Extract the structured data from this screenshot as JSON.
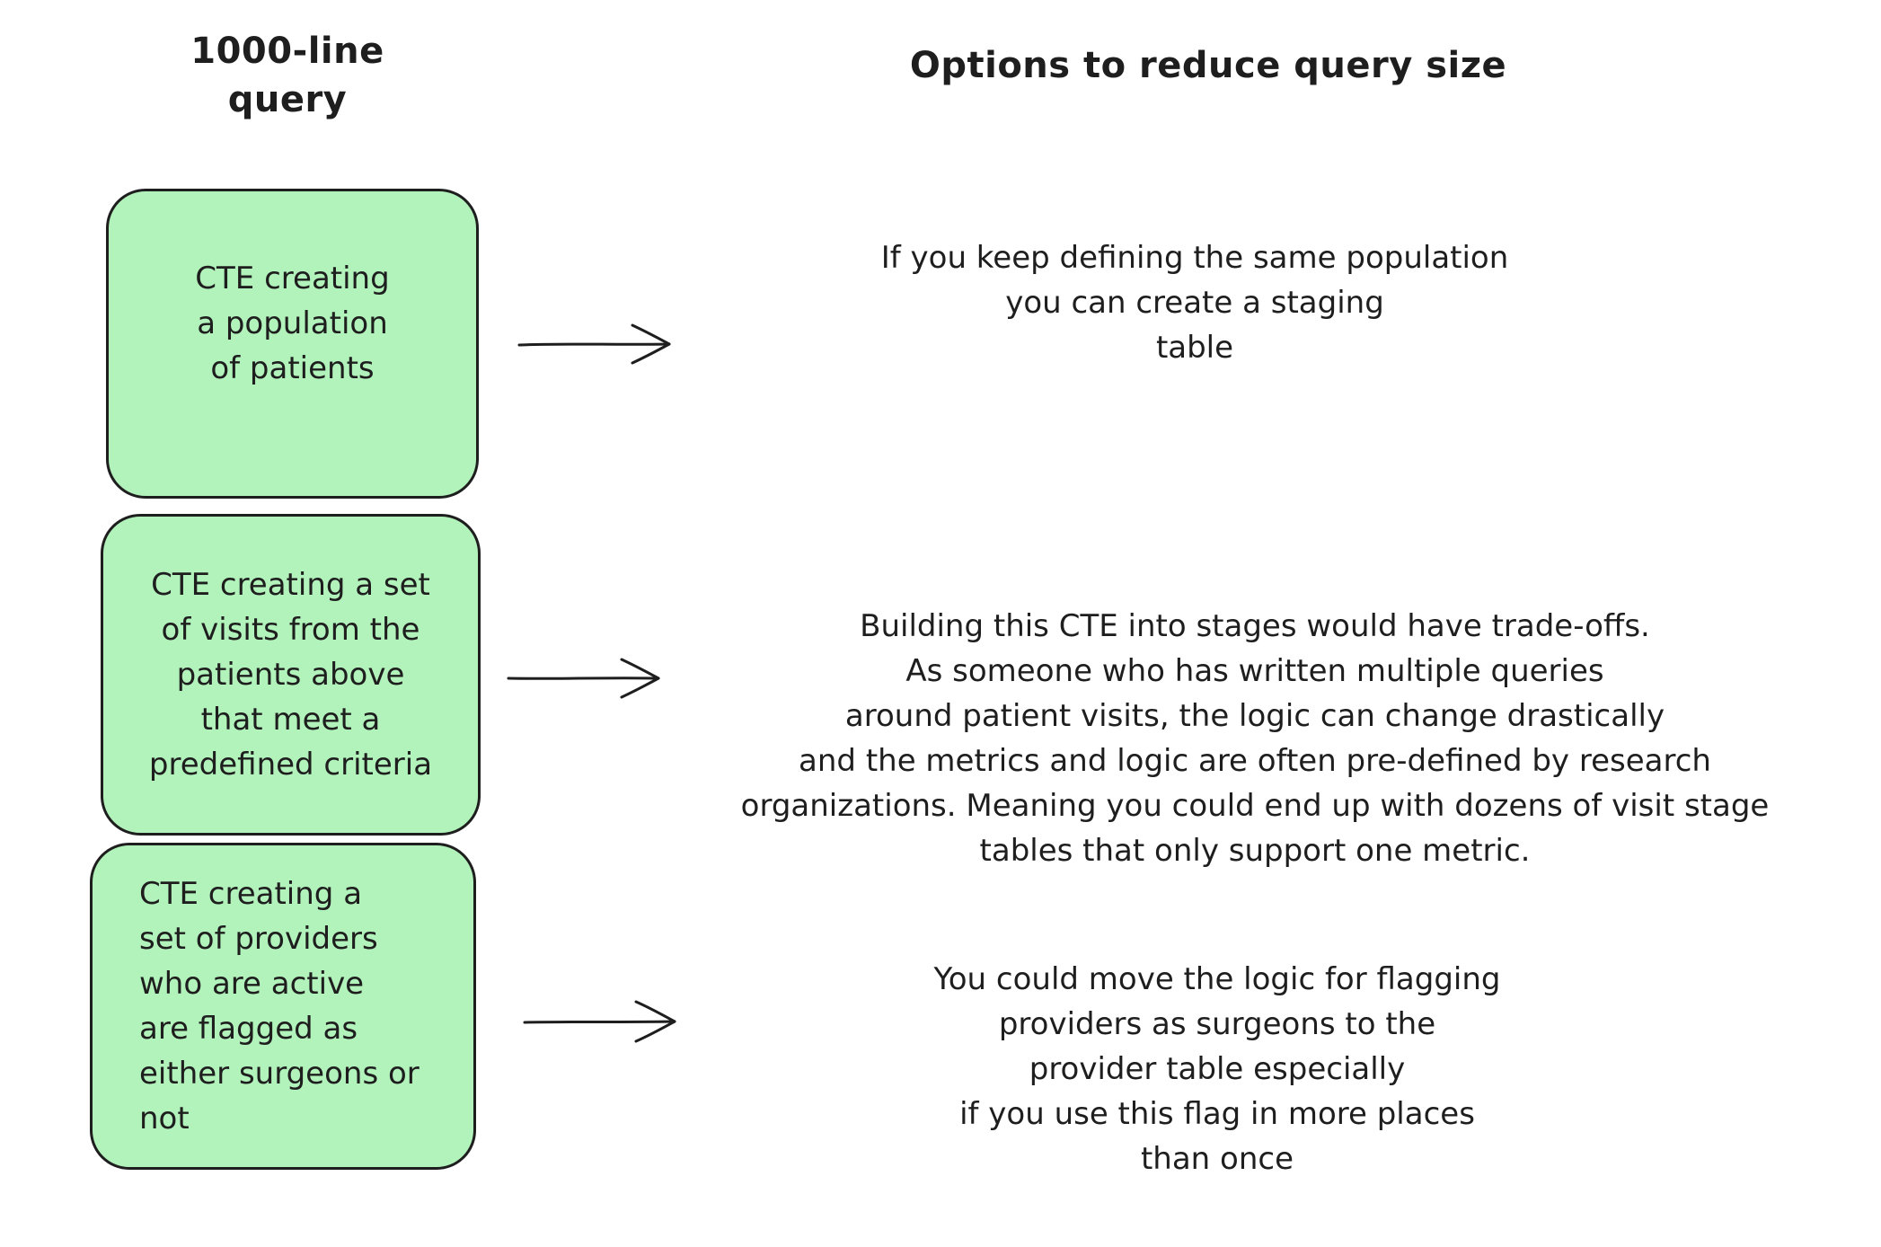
{
  "colors": {
    "background": "#ffffff",
    "box_fill": "#b2f2bb",
    "stroke": "#1e1e1e",
    "text": "#1e1e1e"
  },
  "left_column": {
    "title": "1000-line\nquery",
    "boxes": [
      {
        "label": "CTE creating\na population\nof patients"
      },
      {
        "label": "CTE creating a set\nof visits from the\npatients above\nthat meet a\npredefined criteria"
      },
      {
        "label": "CTE creating a\nset of providers\nwho are active\nare flagged as\neither surgeons or\nnot"
      }
    ]
  },
  "right_column": {
    "title": "Options to reduce query size",
    "notes": [
      "If you keep defining the same population\nyou can create a staging\ntable",
      "Building this CTE into stages would have trade-offs.\nAs someone who has written multiple queries\naround patient visits, the logic can change drastically\nand the metrics and logic are often pre-defined by research\norganizations. Meaning you could end up with dozens of visit stage\ntables that only support one metric.",
      "You could move the logic for flagging\nproviders as surgeons to the\nprovider table especially\nif you use this flag in more places\nthan once"
    ]
  },
  "arrows": [
    {
      "name": "arrow-box1-to-note1"
    },
    {
      "name": "arrow-box2-to-note2"
    },
    {
      "name": "arrow-box3-to-note3"
    }
  ]
}
